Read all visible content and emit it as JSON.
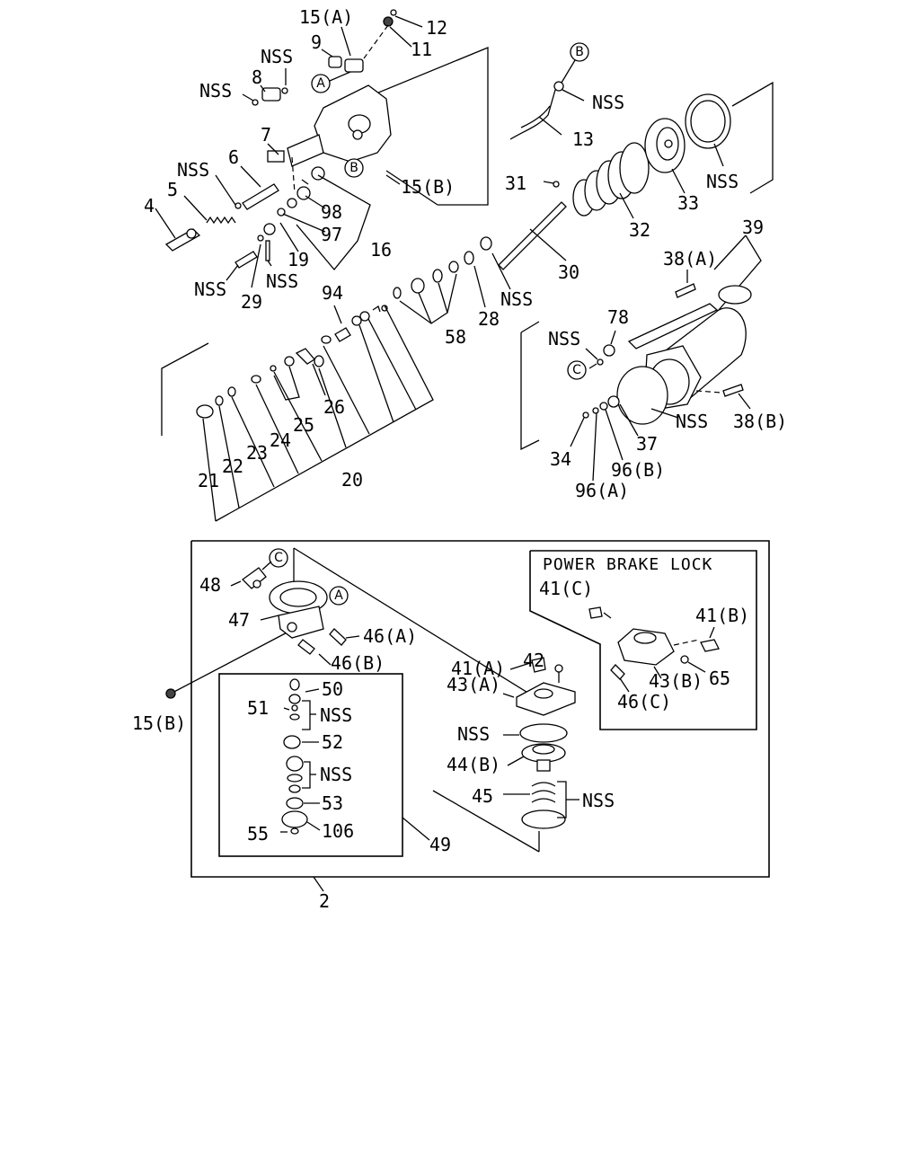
{
  "labels": [
    {
      "id": "l1",
      "text": "15(A)"
    },
    {
      "id": "l2",
      "text": "12"
    },
    {
      "id": "l3",
      "text": "11"
    },
    {
      "id": "l4",
      "text": "9"
    },
    {
      "id": "l5",
      "text": "NSS"
    },
    {
      "id": "l6",
      "text": "8"
    },
    {
      "id": "l7",
      "text": "NSS"
    },
    {
      "id": "l8",
      "text": "7"
    },
    {
      "id": "l9",
      "text": "NSS"
    },
    {
      "id": "l10",
      "text": "6"
    },
    {
      "id": "l11",
      "text": "5"
    },
    {
      "id": "l12",
      "text": "4"
    },
    {
      "id": "l13",
      "text": "15(B)"
    },
    {
      "id": "l14",
      "text": "98"
    },
    {
      "id": "l15",
      "text": "97"
    },
    {
      "id": "l16",
      "text": "16"
    },
    {
      "id": "l17",
      "text": "19"
    },
    {
      "id": "l18",
      "text": "NSS"
    },
    {
      "id": "l19",
      "text": "NSS"
    },
    {
      "id": "l20",
      "text": "29"
    },
    {
      "id": "l21",
      "text": "NSS"
    },
    {
      "id": "l22",
      "text": "13"
    },
    {
      "id": "l23",
      "text": "31"
    },
    {
      "id": "l24",
      "text": "32"
    },
    {
      "id": "l25",
      "text": "33"
    },
    {
      "id": "l26",
      "text": "NSS"
    },
    {
      "id": "l27",
      "text": "39"
    },
    {
      "id": "l28",
      "text": "38(A)"
    },
    {
      "id": "l29",
      "text": "30"
    },
    {
      "id": "l30",
      "text": "NSS"
    },
    {
      "id": "l31",
      "text": "28"
    },
    {
      "id": "l32",
      "text": "58"
    },
    {
      "id": "l33",
      "text": "94"
    },
    {
      "id": "l34",
      "text": "78"
    },
    {
      "id": "l35",
      "text": "NSS"
    },
    {
      "id": "l36",
      "text": "26"
    },
    {
      "id": "l37",
      "text": "25"
    },
    {
      "id": "l38",
      "text": "24"
    },
    {
      "id": "l39",
      "text": "23"
    },
    {
      "id": "l40",
      "text": "22"
    },
    {
      "id": "l41",
      "text": "21"
    },
    {
      "id": "l42",
      "text": "20"
    },
    {
      "id": "l43",
      "text": "NSS"
    },
    {
      "id": "l44",
      "text": "38(B)"
    },
    {
      "id": "l45",
      "text": "37"
    },
    {
      "id": "l46",
      "text": "34"
    },
    {
      "id": "l47",
      "text": "96(B)"
    },
    {
      "id": "l48",
      "text": "96(A)"
    },
    {
      "id": "l49",
      "text": "48"
    },
    {
      "id": "l50",
      "text": "47"
    },
    {
      "id": "l51",
      "text": "46(A)"
    },
    {
      "id": "l52",
      "text": "46(B)"
    },
    {
      "id": "l53",
      "text": "15(B)"
    },
    {
      "id": "l54",
      "text": "50"
    },
    {
      "id": "l55",
      "text": "51"
    },
    {
      "id": "l56",
      "text": "NSS"
    },
    {
      "id": "l57",
      "text": "52"
    },
    {
      "id": "l58",
      "text": "NSS"
    },
    {
      "id": "l59",
      "text": "53"
    },
    {
      "id": "l60",
      "text": "55"
    },
    {
      "id": "l61",
      "text": "106"
    },
    {
      "id": "l62",
      "text": "49"
    },
    {
      "id": "l63",
      "text": "2"
    },
    {
      "id": "l64",
      "text": "41(A)"
    },
    {
      "id": "l65",
      "text": "42"
    },
    {
      "id": "l66",
      "text": "43(A)"
    },
    {
      "id": "l67",
      "text": "NSS"
    },
    {
      "id": "l68",
      "text": "44(B)"
    },
    {
      "id": "l69",
      "text": "45"
    },
    {
      "id": "l70",
      "text": "NSS"
    },
    {
      "id": "l71",
      "text": "41(C)"
    },
    {
      "id": "l72",
      "text": "41(B)"
    },
    {
      "id": "l73",
      "text": "43(B)"
    },
    {
      "id": "l74",
      "text": "65"
    },
    {
      "id": "l75",
      "text": "46(C)"
    }
  ],
  "callouts": {
    "a1": "A",
    "a2": "A",
    "b1": "B",
    "b2": "B",
    "c1": "C",
    "c2": "C"
  },
  "inset_title": "POWER BRAKE LOCK"
}
